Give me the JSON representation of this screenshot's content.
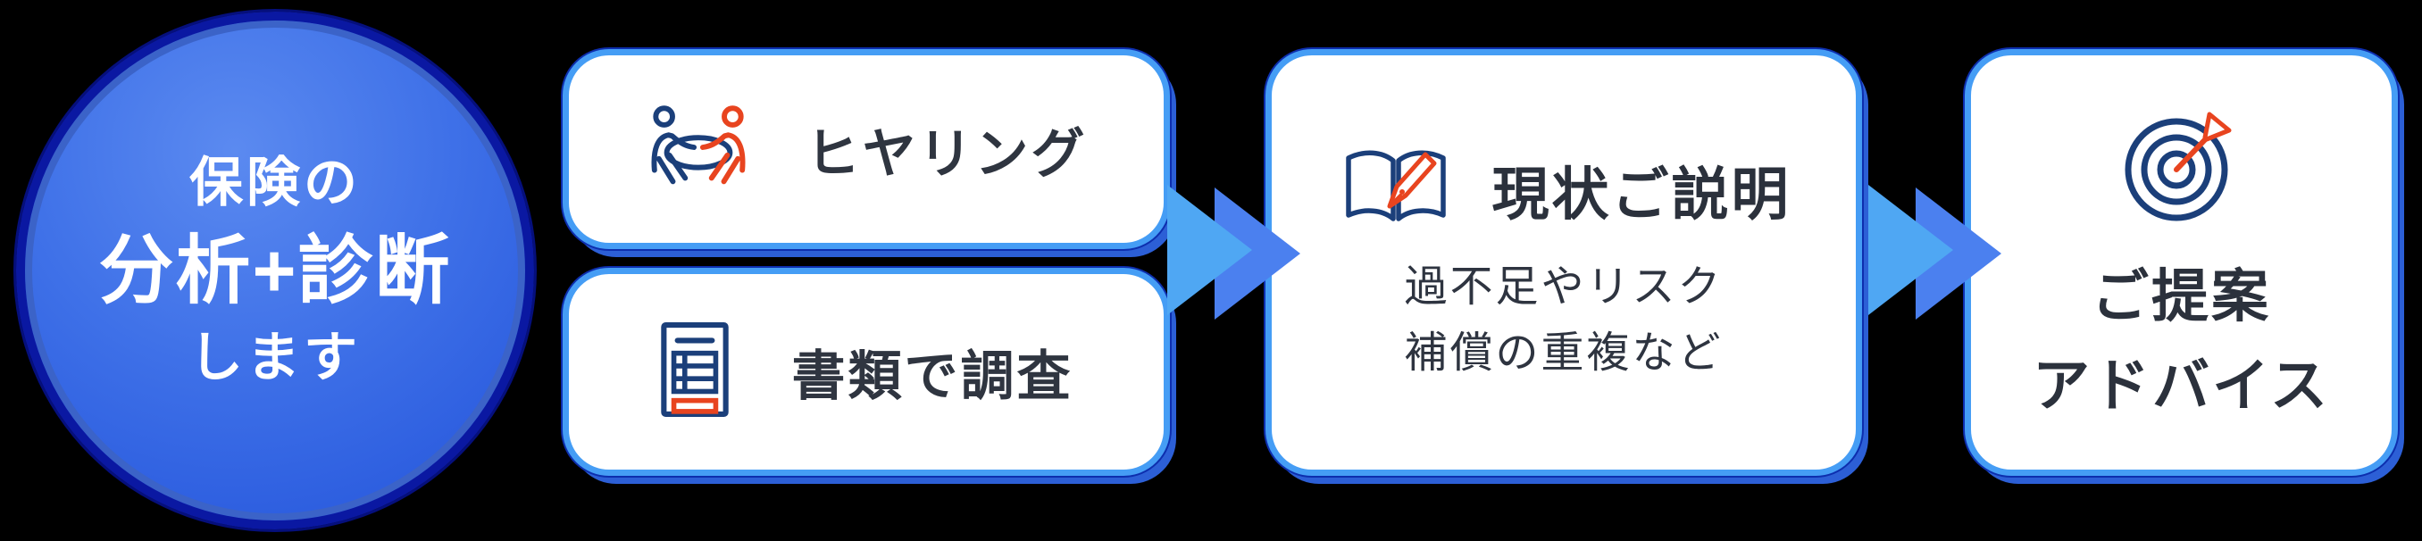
{
  "badge": {
    "line1": "保険の",
    "line2": "分析+診断",
    "line3": "します"
  },
  "steps": [
    {
      "id": "hearing",
      "label": "ヒヤリング",
      "icon": "meeting-icon"
    },
    {
      "id": "documents",
      "label": "書類で調査",
      "icon": "document-icon"
    },
    {
      "id": "explain",
      "title": "現状ご説明",
      "desc1": "過不足やリスク",
      "desc2": "補償の重複など",
      "icon": "book-pen-icon"
    },
    {
      "id": "proposal",
      "title": "ご提案",
      "title2": "アドバイス",
      "icon": "target-icon"
    }
  ],
  "arrows": [
    {
      "id": "arrow-1",
      "direction": "right"
    },
    {
      "id": "arrow-2",
      "direction": "right"
    }
  ],
  "colors": {
    "background": "#000000",
    "circle_fill": "#3566e4",
    "circle_ring": "#0a18a2",
    "circle_text": "#ffffff",
    "card_border": "#459df5",
    "card_shadow": "#2c5fd6",
    "card_outline": "#0d2eae",
    "arrow_front": "#4fa7f3",
    "arrow_back": "#4b80ef",
    "icon_navy": "#1b3f7a",
    "icon_red": "#e8441f",
    "text_dark": "#2f3540"
  }
}
